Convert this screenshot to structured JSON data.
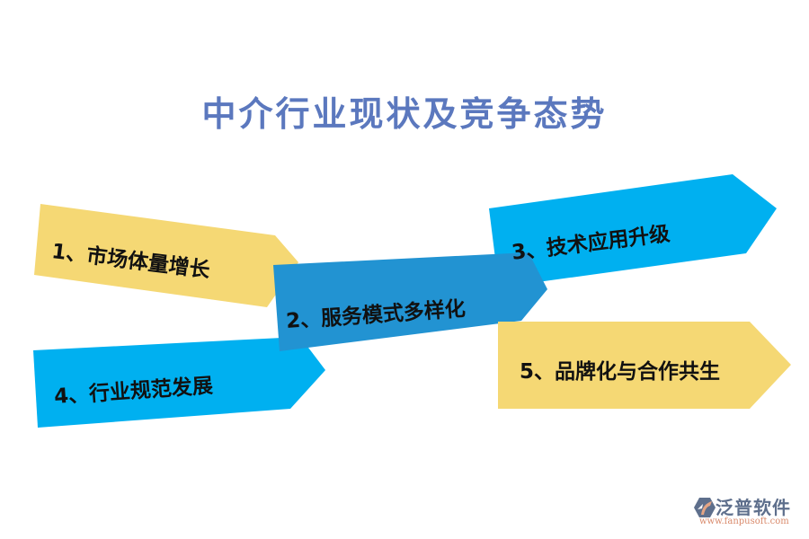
{
  "title": "中介行业现状及竞争态势",
  "colors": {
    "title": "#5B78BE",
    "yellow": "#F5D874",
    "blue_dark": "#2293D2",
    "cyan": "#00B0F0",
    "text": "#111111"
  },
  "items": [
    {
      "label": "1、市场体量增长",
      "color": "#F5D874"
    },
    {
      "label": "2、服务模式多样化",
      "color": "#2293D2"
    },
    {
      "label": "3、技术应用升级",
      "color": "#00B0F0"
    },
    {
      "label": "4、行业规范发展",
      "color": "#00B0F0"
    },
    {
      "label": "5、品牌化与合作共生",
      "color": "#F5D874"
    }
  ],
  "logo": {
    "name": "泛普软件",
    "url": "www.fanpusoft.com"
  }
}
